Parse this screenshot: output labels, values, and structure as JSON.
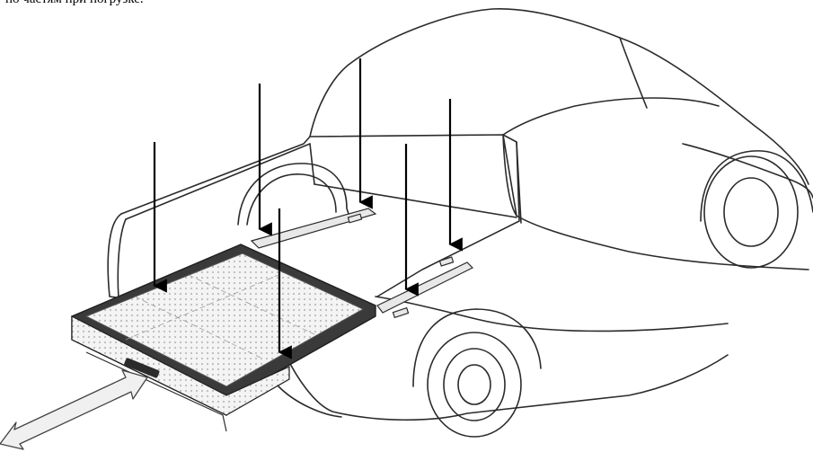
{
  "caption": "по частям при погрузке.",
  "colors": {
    "line": "#2b2b2b",
    "arrow": "#000000",
    "tray_frame": "#3a3a3a",
    "tray_mesh": "#d9d9d9",
    "slide_arrow_fill": "#f0f0f0"
  },
  "icons": [
    "pickup-truck-drawing",
    "bed-slide-tray",
    "mounting-point-arrow",
    "slide-direction-arrow"
  ]
}
